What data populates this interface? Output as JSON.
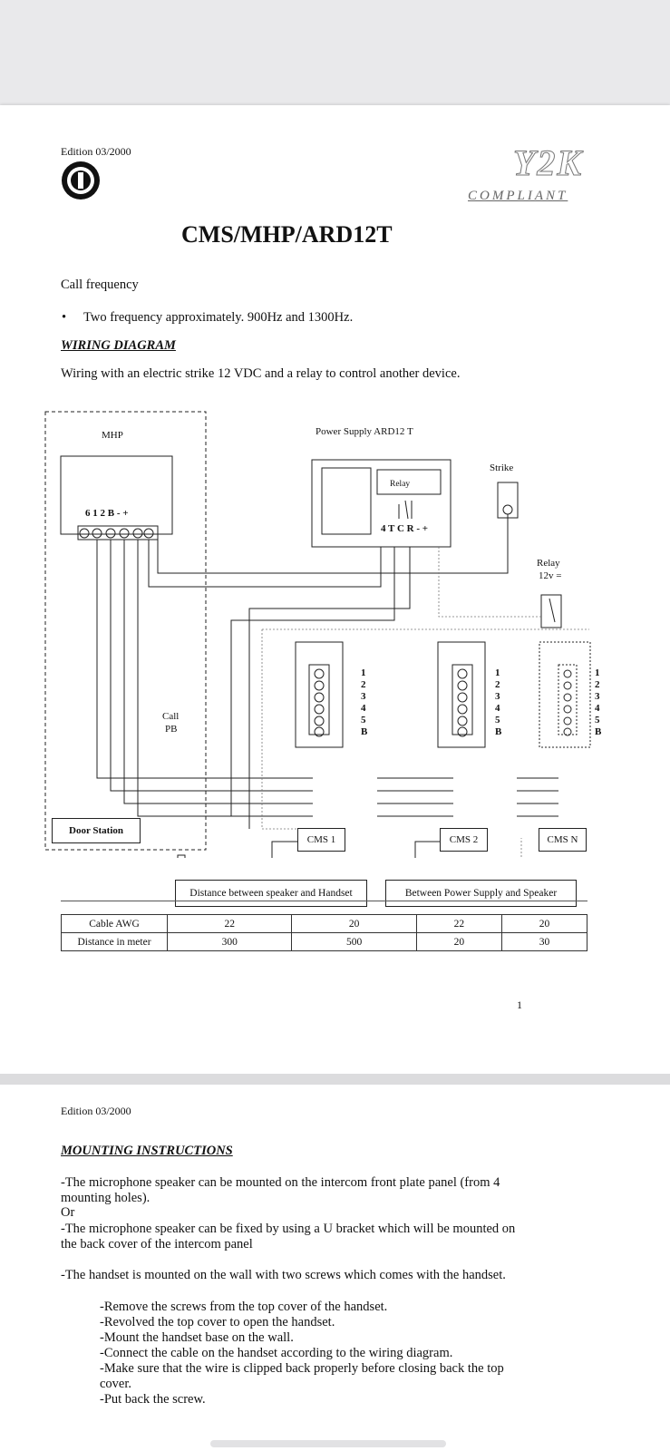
{
  "page1": {
    "edition": "Edition 03/2000",
    "logo": {
      "icon": "brand-circle-logo"
    },
    "badge": {
      "big": "Y2K",
      "small": "COMPLIANT"
    },
    "title": "CMS/MHP/ARD12T",
    "call_frequency_label": "Call frequency",
    "bullet": "Two frequency approximately. 900Hz and 1300Hz.",
    "wiring_heading": "WIRING DIAGRAM",
    "wiring_intro": "Wiring with an electric strike 12 VDC  and a relay to control another device.",
    "diagram": {
      "mhp_label": "MHP",
      "mhp_terminals": "6 1 2 B - +",
      "power_supply_label": "Power Supply ARD12 T",
      "relay_inner": "Relay",
      "ps_terminals": "4 T C R  -  +",
      "strike_label": "Strike",
      "relay_label_1": "Relay",
      "relay_label_2": "12v =",
      "call_pb_1": "Call",
      "call_pb_2": "PB",
      "door_station": "Door Station",
      "cms_terminals": [
        "1",
        "2",
        "3",
        "4",
        "5",
        "B"
      ],
      "cms_units": [
        "CMS  1",
        "CMS  2",
        "CMS  N"
      ]
    },
    "table": {
      "group_headers": [
        "Distance between speaker and Handset",
        "Between Power Supply and Speaker"
      ],
      "rows": [
        {
          "label": "Cable  AWG",
          "values": [
            "22",
            "20",
            "22",
            "20"
          ]
        },
        {
          "label": "Distance in meter",
          "values": [
            "300",
            "500",
            "20",
            "30"
          ]
        }
      ]
    },
    "page_number": "1"
  },
  "page2": {
    "edition": "Edition 03/2000",
    "heading": "MOUNTING INSTRUCTIONS",
    "para1": "-The microphone speaker can be mounted on the intercom front plate panel (from 4 mounting holes).",
    "or": "Or",
    "para2": "-The microphone speaker can be fixed by using a U bracket which will be mounted on the back cover of the intercom panel",
    "para3": "-The handset is mounted on the wall with two screws which comes with the handset.",
    "steps": [
      "-Remove the screws from the top cover of the handset.",
      "-Revolved the top cover to open the handset.",
      "-Mount the handset base on the wall.",
      "-Connect the cable on the handset according to the wiring diagram.",
      "-Make sure that the wire is clipped back properly before closing back the top cover.",
      "-Put back the screw."
    ]
  }
}
